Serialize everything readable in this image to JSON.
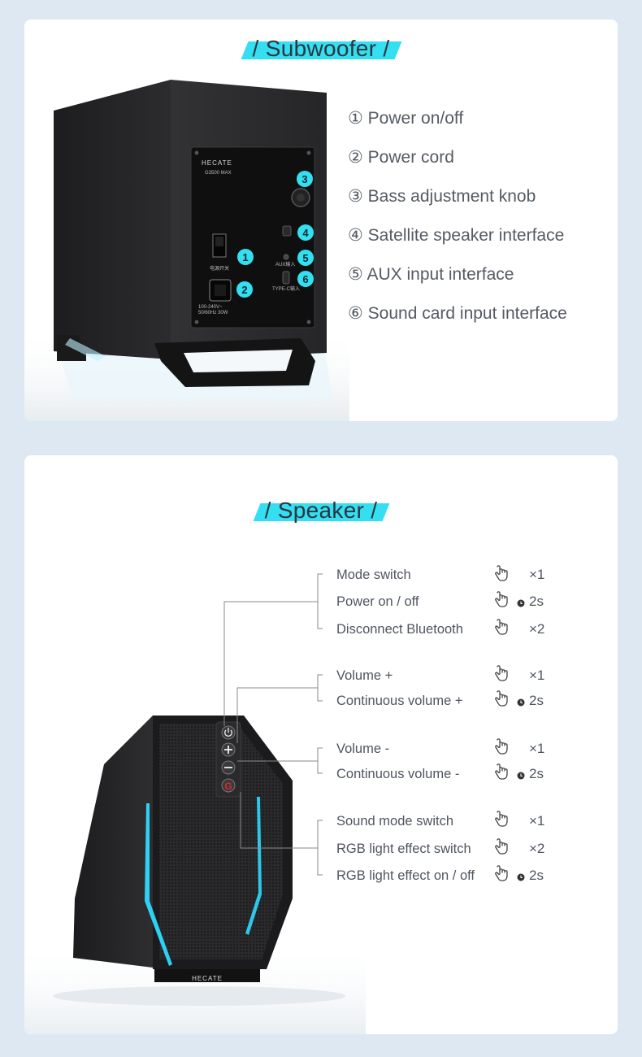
{
  "subwoofer": {
    "title": "Subwoofer",
    "panel_brand": "HECATE",
    "panel_model": "G3500 MAX",
    "panel_voltage_1": "100-240V~",
    "panel_voltage_2": "50/60Hz 30W",
    "panel_aux": "AUX输入",
    "panel_typec": "TYPE-C输入",
    "panel_power": "电源开关",
    "badges": [
      "1",
      "2",
      "3",
      "4",
      "5",
      "6"
    ],
    "items": [
      "① Power on/off",
      "② Power cord",
      "③ Bass adjustment knob",
      "④ Satellite speaker interface",
      "⑤ AUX input interface",
      "⑥ Sound card input interface"
    ]
  },
  "speaker": {
    "title": "Speaker",
    "brand": "HECATE",
    "groups": [
      {
        "button": "power",
        "rows": [
          {
            "label": "Mode switch",
            "count": "×1",
            "hold": false
          },
          {
            "label": "Power on / off",
            "count": "2s",
            "hold": true
          },
          {
            "label": "Disconnect Bluetooth",
            "count": "×2",
            "hold": false
          }
        ]
      },
      {
        "button": "volume-up",
        "rows": [
          {
            "label": "Volume +",
            "count": "×1",
            "hold": false
          },
          {
            "label": "Continuous volume +",
            "count": "2s",
            "hold": true
          }
        ]
      },
      {
        "button": "volume-down",
        "rows": [
          {
            "label": "Volume -",
            "count": "×1",
            "hold": false
          },
          {
            "label": "Continuous volume -",
            "count": "2s",
            "hold": true
          }
        ]
      },
      {
        "button": "g-mode",
        "rows": [
          {
            "label": "Sound mode switch",
            "count": "×1",
            "hold": false
          },
          {
            "label": "RGB light effect switch",
            "count": "×2",
            "hold": false
          },
          {
            "label": "RGB light effect on / off",
            "count": "2s",
            "hold": true
          }
        ]
      }
    ],
    "icons": {
      "press": "hand-press-icon",
      "hold": "clock-icon"
    },
    "colors": {
      "accent": "#33dff0",
      "light": "#2fd9ff",
      "g_red": "#e2242b"
    }
  }
}
